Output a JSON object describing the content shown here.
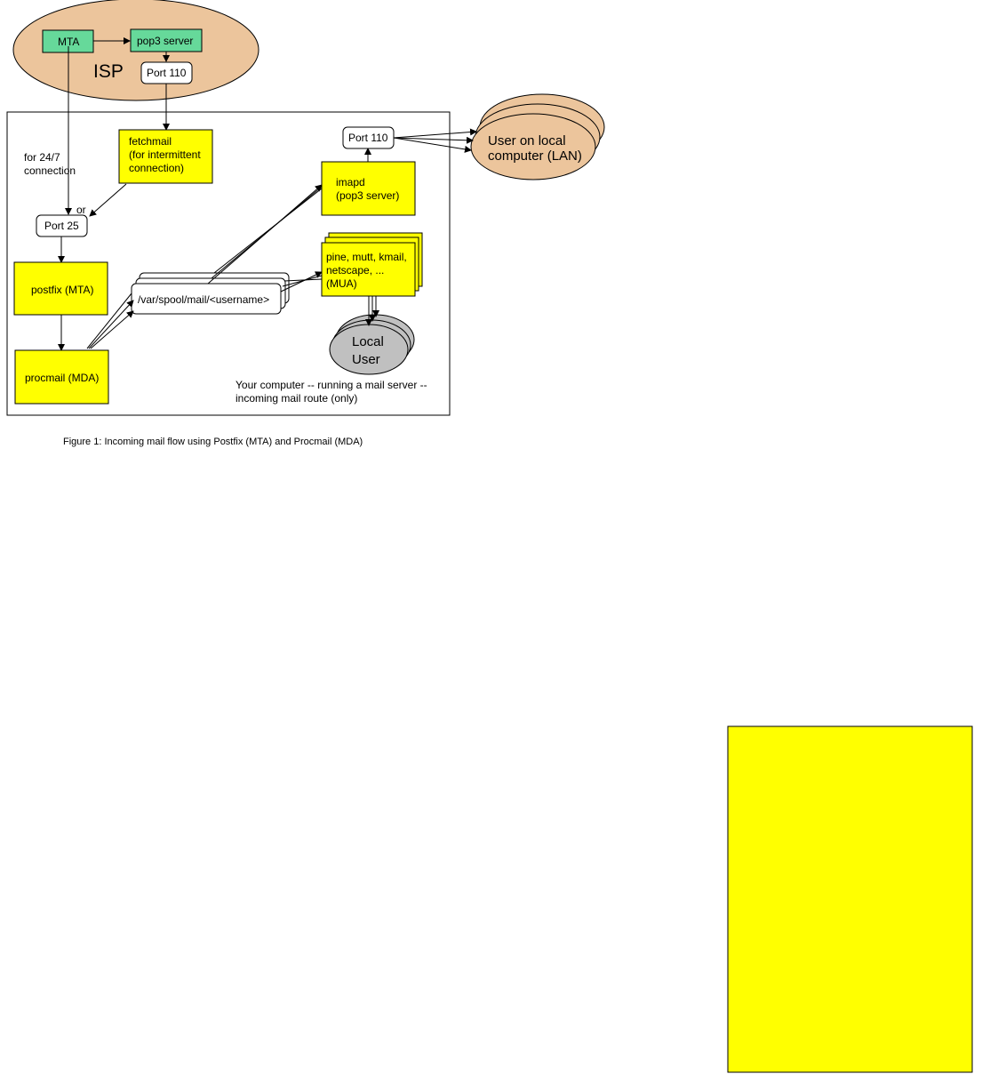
{
  "colors": {
    "isp_fill": "#ecc59c",
    "green": "#66d99a",
    "yellow": "#ffff00",
    "grey": "#c0c0c0"
  },
  "isp": {
    "label": "ISP",
    "mta": "MTA",
    "pop3": "pop3 server",
    "port110": "Port 110"
  },
  "local": {
    "fetchmail": [
      "fetchmail",
      "(for intermittent",
      "connection)"
    ],
    "note_247": [
      "for 24/7",
      "connection"
    ],
    "or": "or",
    "port25": "Port 25",
    "postfix": "postfix (MTA)",
    "procmail": "procmail (MDA)",
    "spool": "/var/spool/mail/<username>",
    "port110": "Port 110",
    "imapd": [
      "imapd",
      "(pop3 server)"
    ],
    "mua": [
      "pine, mutt, kmail,",
      "netscape, ...",
      " (MUA)"
    ],
    "local_user": [
      "Local",
      "User"
    ],
    "caption": [
      "Your computer -- running a mail server --",
      "incoming mail route (only)"
    ]
  },
  "lan_user": [
    "User on local",
    "computer (LAN)"
  ],
  "figure_caption": "Figure 1: Incoming mail flow using Postfix (MTA) and Procmail (MDA)"
}
